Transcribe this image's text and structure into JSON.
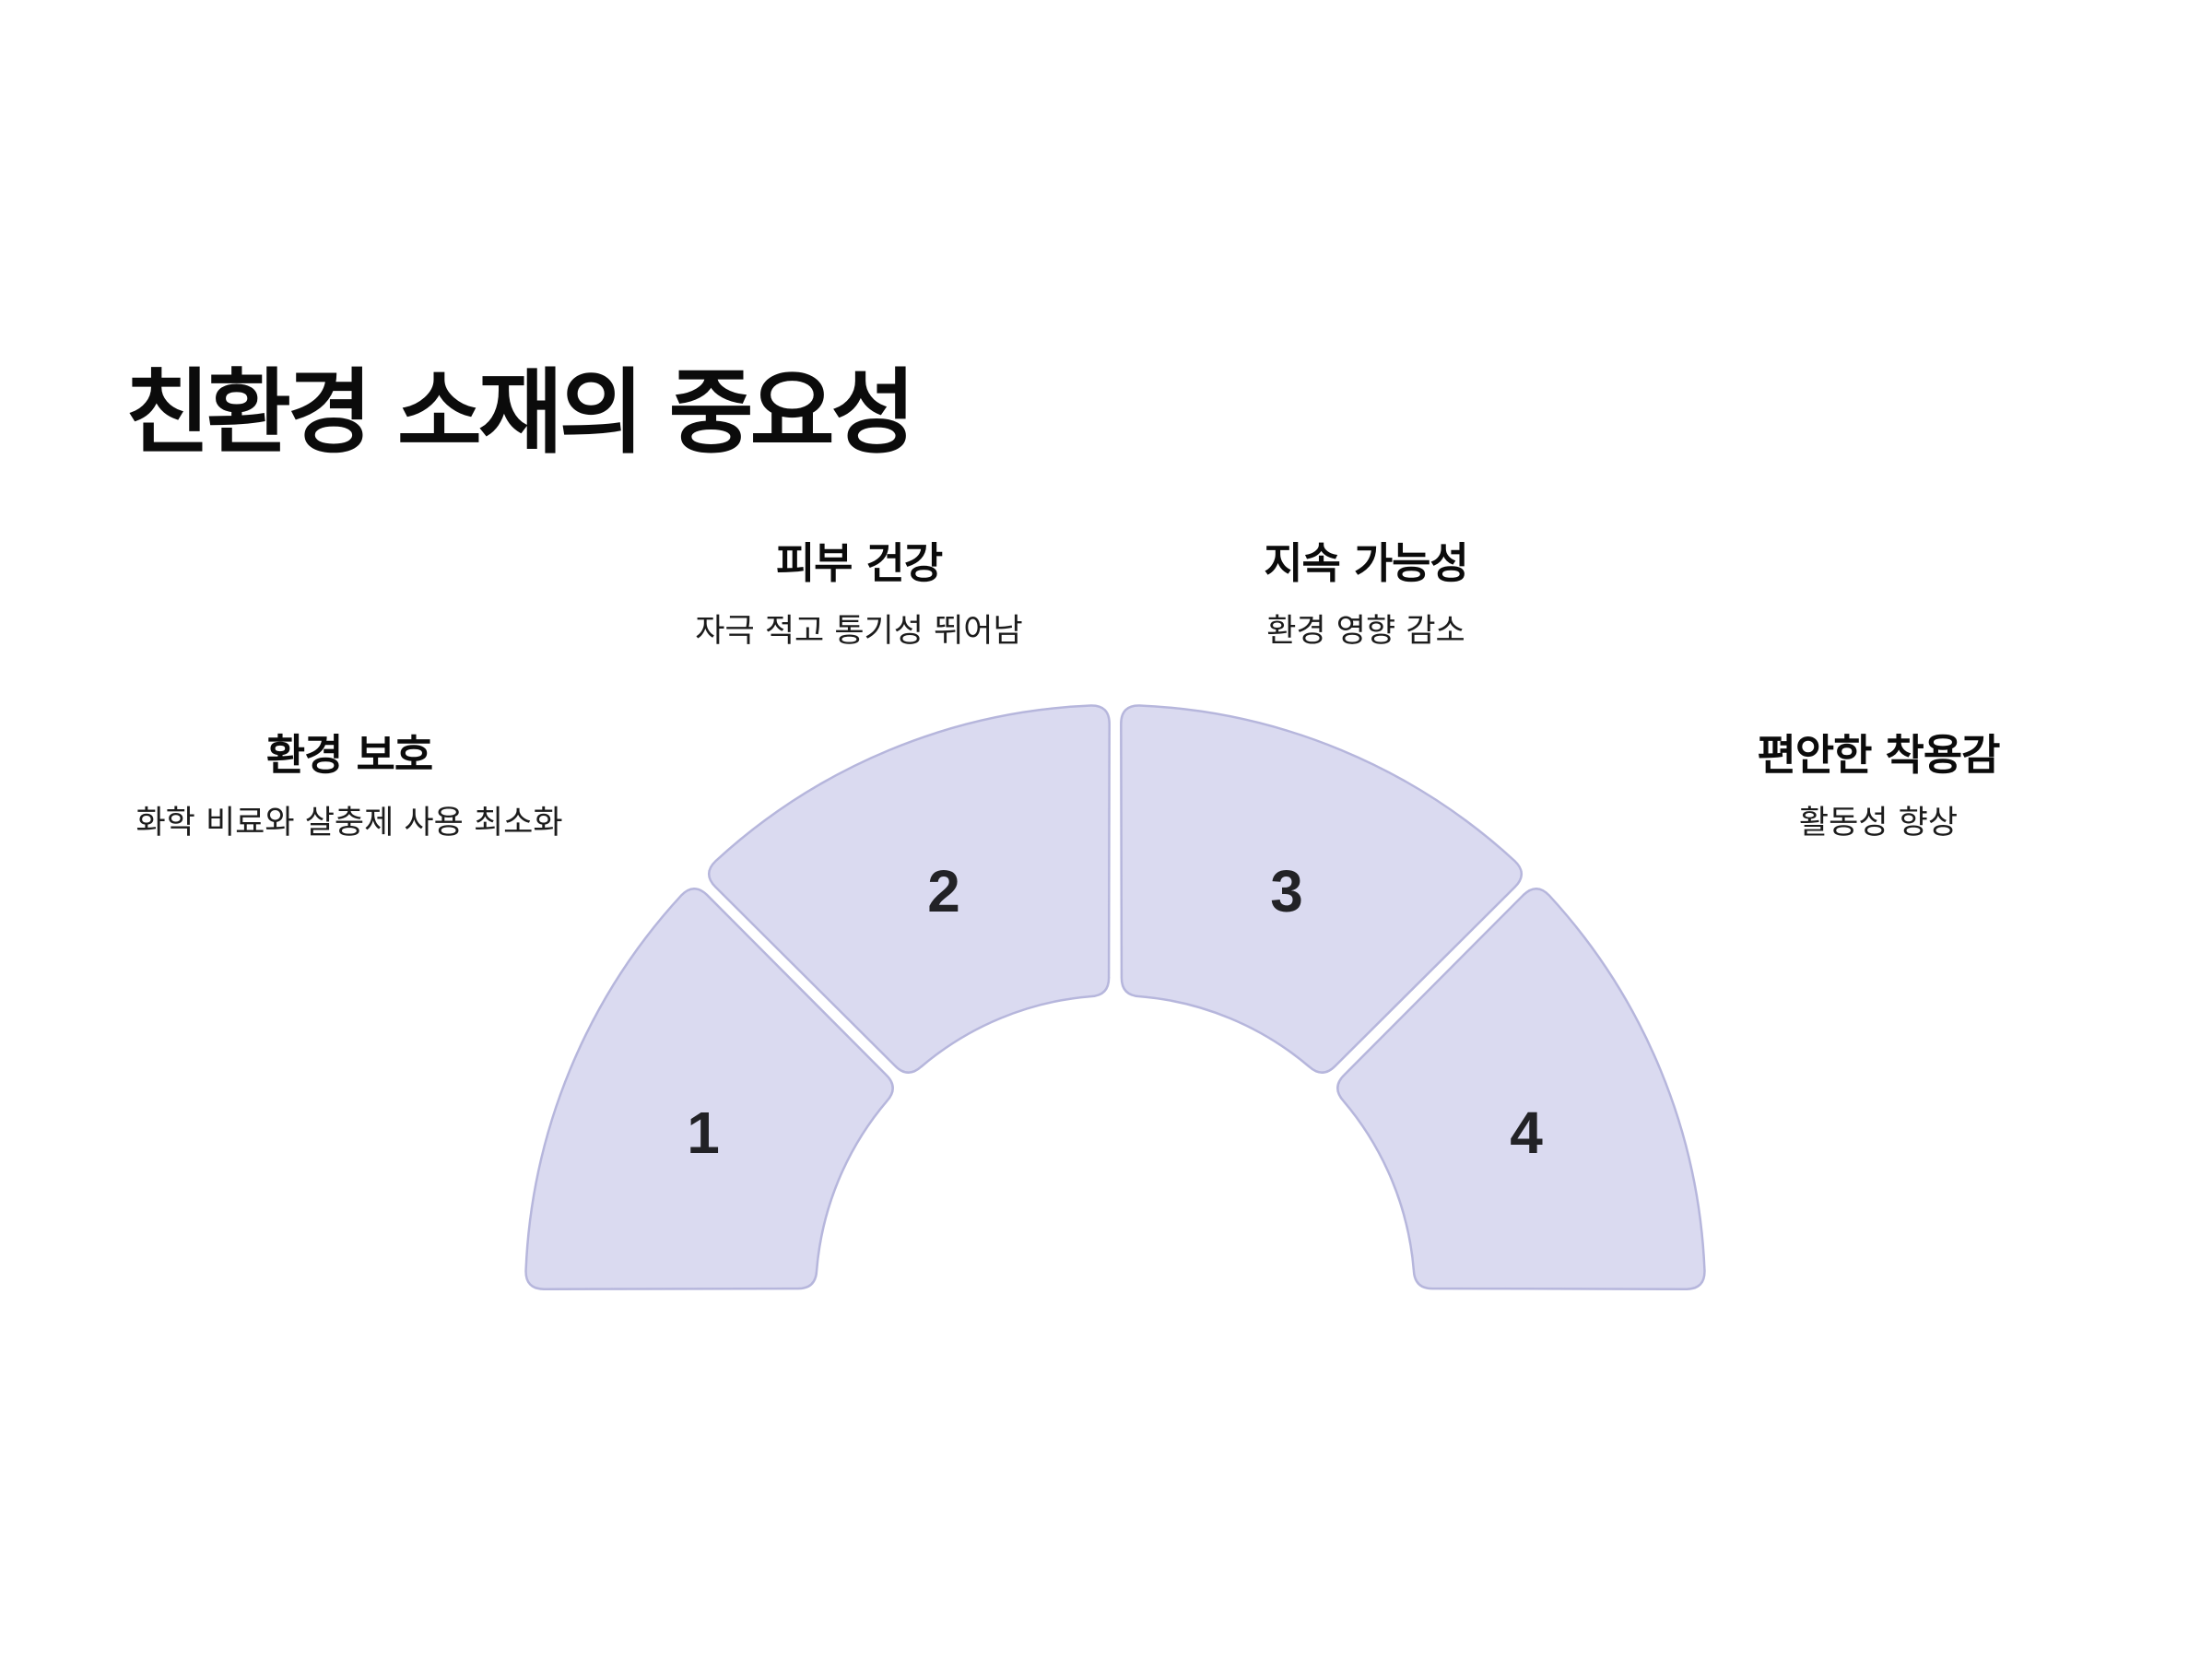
{
  "title": "친환경 소재의 중요성",
  "colors": {
    "segment_fill": "#dadaf0",
    "segment_stroke": "#b6b6dc",
    "text": "#0b0b0b"
  },
  "items": [
    {
      "number": "1",
      "heading": "환경 보호",
      "description": "화학 비료와 살충제 사용 최소화"
    },
    {
      "number": "2",
      "heading": "피부 건강",
      "description": "자극 적고 통기성 뛰어남"
    },
    {
      "number": "3",
      "heading": "지속 가능성",
      "description": "환경 영향 감소"
    },
    {
      "number": "4",
      "heading": "편안한 착용감",
      "description": "활동성 향상"
    }
  ]
}
